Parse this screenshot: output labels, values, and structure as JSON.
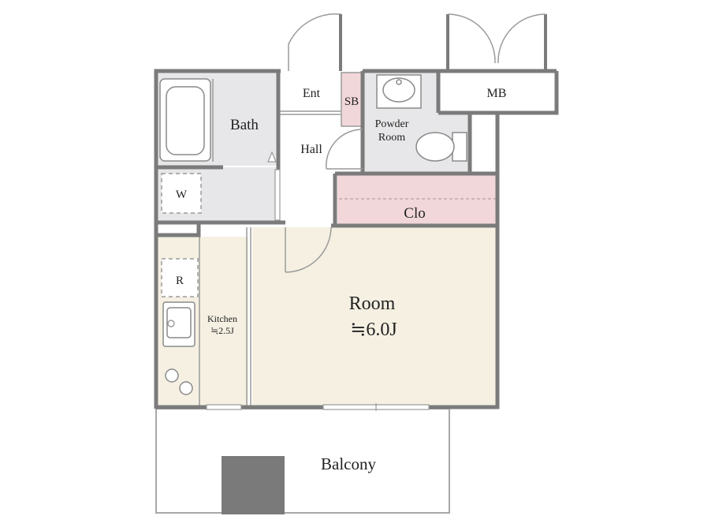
{
  "rooms": {
    "entrance": "Ent",
    "shoe_box": "SB",
    "bath": "Bath",
    "hall": "Hall",
    "powder_room_line1": "Powder",
    "powder_room_line2": "Room",
    "meter_box": "MB",
    "washer": "W",
    "closet": "Clo",
    "refrigerator": "R",
    "kitchen_name": "Kitchen",
    "kitchen_size": "≒2.5J",
    "room_name": "Room",
    "room_size": "≒6.0J",
    "balcony": "Balcony"
  },
  "colors": {
    "wall": "#7b7b7b",
    "wet_area": "#e7e7e9",
    "storage": "#f2d7da",
    "living": "#f5f0e2",
    "outdoor": "#ffffff",
    "aircon_unit": "#7a7a7a"
  }
}
